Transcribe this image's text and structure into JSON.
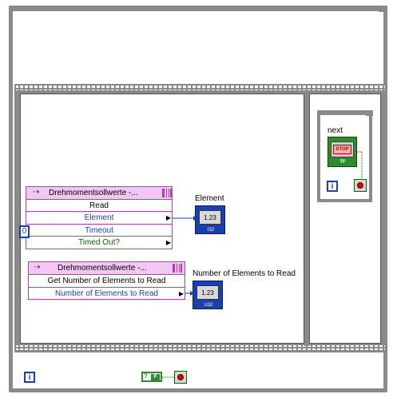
{
  "outer_loop": {
    "iteration_terminal": "i",
    "stop_constant": "F",
    "stop_constant_glyph": "?"
  },
  "sequence": {
    "frame_left": {
      "node_read": {
        "title": "Drehmomentsollwerte -...",
        "method": "Read",
        "params": [
          {
            "name": "Element",
            "color": "#1a3fb0"
          },
          {
            "name": "Timeout",
            "color": "#1a3fb0"
          },
          {
            "name": "Timed Out?",
            "color": "#006600"
          }
        ],
        "timeout_constant": "0"
      },
      "indicator_element": {
        "label": "Element",
        "display": "1.23",
        "type": "I32"
      },
      "node_count": {
        "title": "Drehmomentsollwerte -...",
        "method": "Get Number of Elements to Read",
        "params": [
          {
            "name": "Number of Elements to Read",
            "color": "#1a3fb0"
          }
        ]
      },
      "indicator_count": {
        "label": "Number of Elements to Read",
        "display": "1.23",
        "type": "U32"
      }
    },
    "frame_right": {
      "inner_loop": {
        "button_label": "next",
        "button_text": "STOP",
        "button_tf": "TF",
        "iteration_terminal": "i"
      }
    }
  },
  "colors": {
    "loop_gray": "#8a8a8a",
    "node_header": "#f4c6f4",
    "node_border": "#b040b0",
    "blue_wire": "#1a3fb0",
    "green_wire": "#006600",
    "stop_red": "#e00000"
  }
}
